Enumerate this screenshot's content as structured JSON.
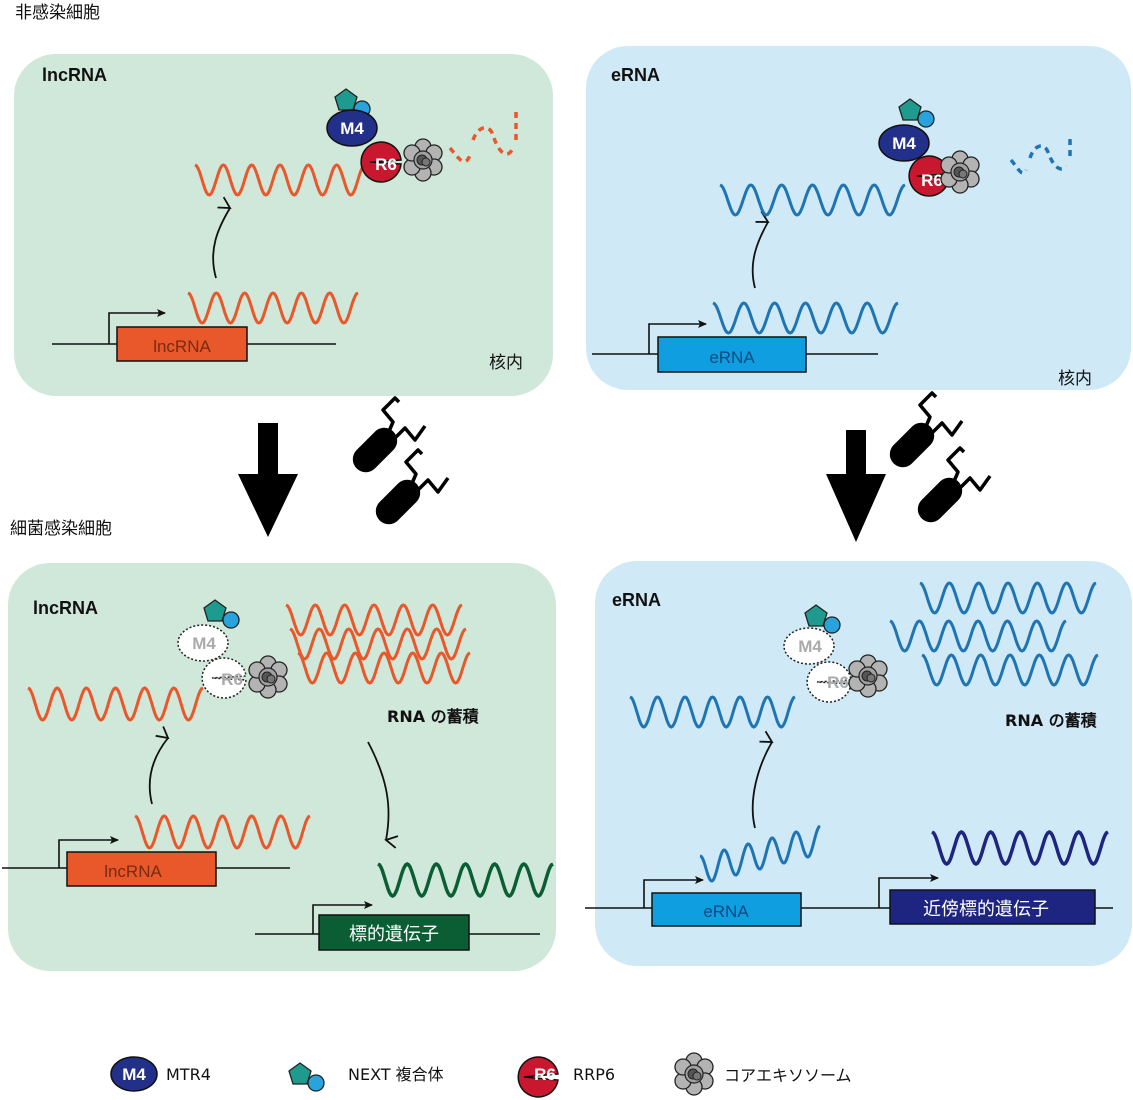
{
  "sections": {
    "uninfected": "非感染細胞",
    "infected": "細菌感染細胞"
  },
  "panels": {
    "top_left": {
      "title": "lncRNA",
      "gene": "lncRNA",
      "location": "核内"
    },
    "top_right": {
      "title": "eRNA",
      "gene": "eRNA",
      "location": "核内"
    },
    "bottom_left": {
      "title": "lncRNA",
      "gene": "lncRNA",
      "target_gene": "標的遺伝子",
      "accumulation": "RNA の蓄積"
    },
    "bottom_right": {
      "title": "eRNA",
      "gene": "eRNA",
      "target_gene": "近傍標的遺伝子",
      "accumulation": "RNA の蓄積"
    }
  },
  "proteins": {
    "m4": "M4",
    "r6": "R6"
  },
  "legend": [
    {
      "icon": "mtr4-icon",
      "label": "MTR4"
    },
    {
      "icon": "next-complex-icon",
      "label": "NEXT 複合体"
    },
    {
      "icon": "rrp6-icon",
      "label": "RRP6"
    },
    {
      "icon": "core-exosome-icon",
      "label": "コアエキソソーム"
    }
  ],
  "colors": {
    "green_panel": "#d0e8da",
    "blue_panel": "#cfeaf6",
    "lnc_rna": "#e8582a",
    "e_rna": "#1f74b4",
    "mtr4": "#23308a",
    "rrp6": "#c8172f",
    "next_pentagon": "#1f9a8e",
    "next_circle": "#29a3dc",
    "target_green": "#0b5e34",
    "target_navy": "#1d2580",
    "erna_box": "#0f9ee0"
  }
}
